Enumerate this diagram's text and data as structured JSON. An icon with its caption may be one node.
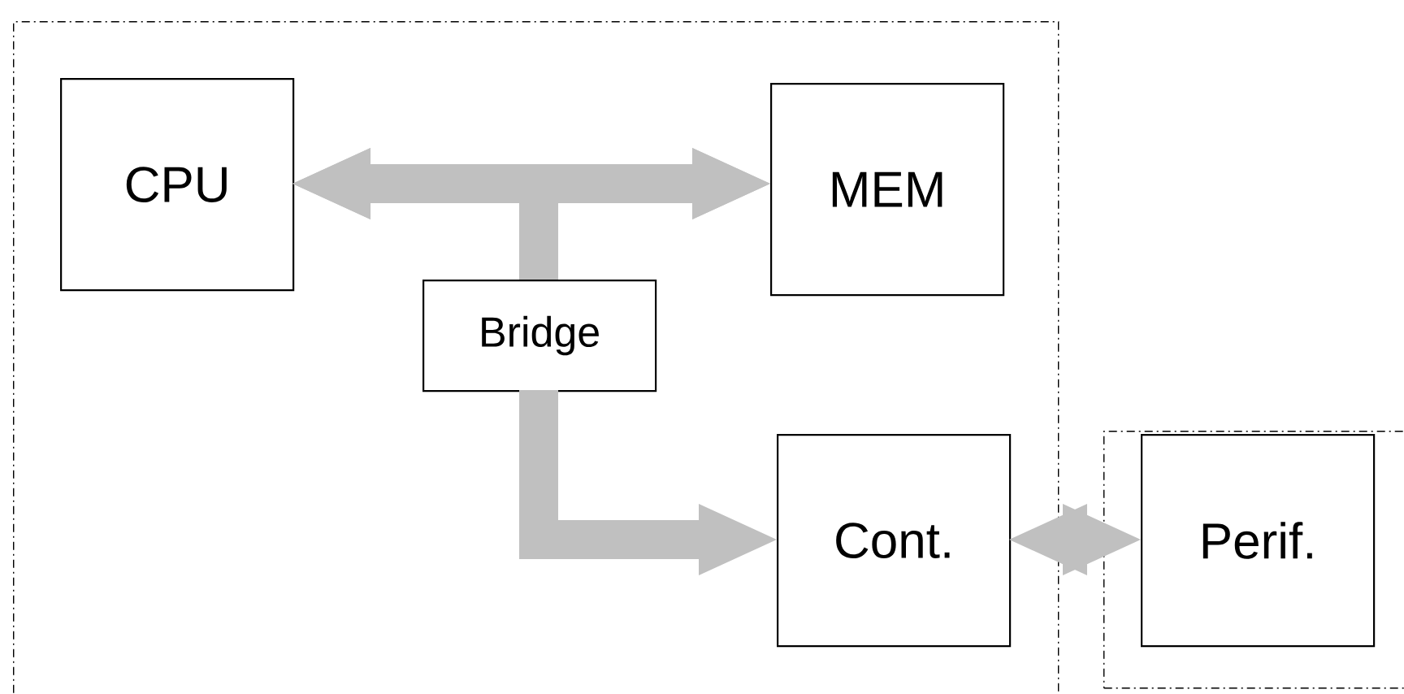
{
  "diagram": {
    "nodes": [
      {
        "text": [],
        "shape": "box"
      },
      {
        "text": [
          "CPU"
        ],
        "in": 0
      },
      {
        "text": [
          "MEM"
        ],
        "in": 0
      },
      {
        "text": [
          "Bridge"
        ],
        "in": 0
      },
      {
        "text": [
          "Cont."
        ],
        "in": 0
      },
      {
        "text": [],
        "shape": "box"
      },
      {
        "text": [
          "Perif."
        ],
        "in": 5
      }
    ],
    "edges": [
      {
        "from": 1,
        "to": 2,
        "arrow": "both"
      },
      {
        "from": 3,
        "to": 1,
        "arrow": "to"
      },
      {
        "from": 3,
        "to": 2,
        "arrow": "to"
      },
      {
        "from": 3,
        "to": 4,
        "arrow": "to"
      },
      {
        "from": 4,
        "to": 6,
        "arrow": "both"
      }
    ]
  }
}
